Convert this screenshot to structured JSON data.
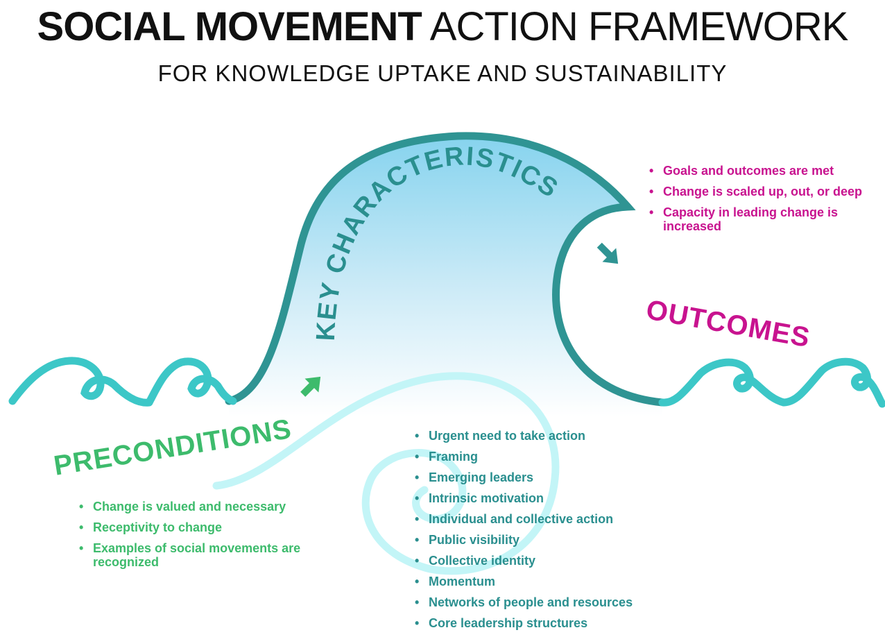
{
  "header": {
    "title_bold": "SOCIAL MOVEMENT",
    "title_light": "ACTION FRAMEWORK",
    "subtitle": "FOR KNOWLEDGE UPTAKE AND SUSTAINABILITY"
  },
  "wave": {
    "label": "KEY CHARACTERISTICS"
  },
  "preconditions": {
    "label": "PRECONDITIONS",
    "items": [
      "Change is valued and necessary",
      "Receptivity to change",
      "Examples of social movements are recognized"
    ]
  },
  "key_characteristics": {
    "items": [
      "Urgent need to take action",
      "Framing",
      "Emerging leaders",
      "Intrinsic motivation",
      "Individual and collective action",
      "Public visibility",
      "Collective identity",
      "Momentum",
      "Networks of people and resources",
      "Core leadership structures"
    ]
  },
  "outcomes": {
    "label": "OUTCOMES",
    "items": [
      "Goals and outcomes are met",
      "Change is scaled up, out, or deep",
      "Capacity in leading change is increased"
    ]
  },
  "colors": {
    "preconditions": "#3dbb6c",
    "outcomes": "#c8138f",
    "key_characteristics": "#2a8f8f",
    "wave_outline": "#2f9493",
    "small_waves": "#3cc7c7",
    "spiral": "#c3f5f7",
    "wave_fill_top": "#86d3ee"
  },
  "icons": [
    "arrow-up-right-icon",
    "arrow-down-right-icon",
    "spiral-icon",
    "wave-icon"
  ]
}
